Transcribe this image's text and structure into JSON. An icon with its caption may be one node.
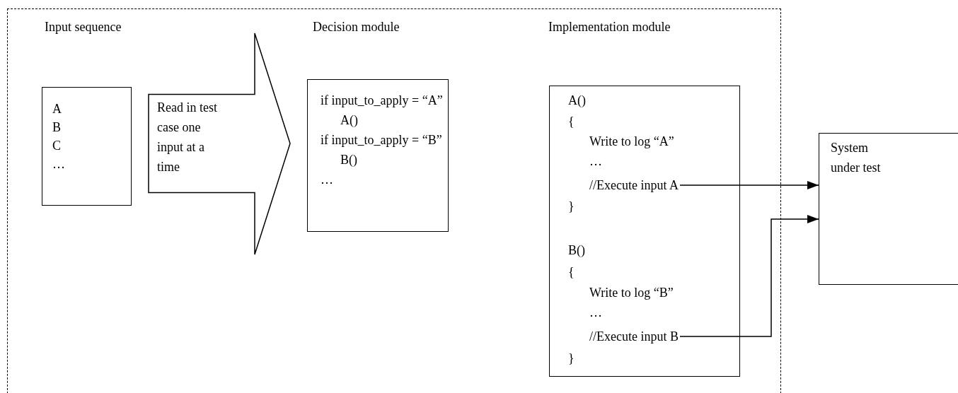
{
  "diagram": {
    "nodes": [
      {
        "text": [],
        "shape": "box"
      },
      {
        "text": [
          "A",
          "B",
          "C",
          "…"
        ],
        "in": 0
      },
      {
        "text": [
          "if input_to_apply = “A”",
          "A()",
          "if input_to_apply = “B”",
          "B()",
          "…"
        ],
        "in": 0
      },
      {
        "text": [
          "A()",
          "{",
          "Write to log “A”",
          "…",
          "}",
          "B()",
          "{",
          "Write to log “B”",
          "…",
          "}"
        ],
        "in": 0
      },
      {
        "text": [
          "//Execute input A"
        ],
        "in": 3
      },
      {
        "text": [
          "//Execute input B"
        ],
        "in": 3
      },
      {
        "text": [
          "System under test"
        ]
      }
    ],
    "edges": [
      {
        "from": 1,
        "to": 2,
        "arrow": "to",
        "label": "Read in test case one input at a time"
      },
      {
        "from": 4,
        "to": 6,
        "arrow": "to"
      },
      {
        "from": 5,
        "to": 6,
        "arrow": "to"
      }
    ],
    "labels": [
      "Input sequence",
      "Decision module",
      "Implementation module"
    ]
  }
}
